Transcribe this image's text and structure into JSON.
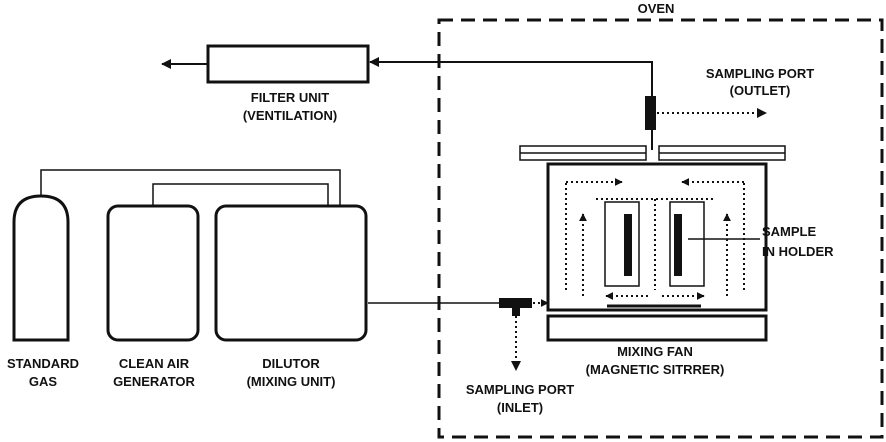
{
  "labels": {
    "oven": "OVEN",
    "filter_line1": "FILTER UNIT",
    "filter_line2": "(VENTILATION)",
    "port_out_line1": "SAMPLING PORT",
    "port_out_line2": "(OUTLET)",
    "sample_line1": "SAMPLE",
    "sample_line2": "IN HOLDER",
    "fan_line1": "MIXING FAN",
    "fan_line2": "(MAGNETIC SITRRER)",
    "port_in_line1": "SAMPLING PORT",
    "port_in_line2": "(INLET)",
    "std_line1": "STANDARD",
    "std_line2": "GAS",
    "clean_line1": "CLEAN AIR",
    "clean_line2": "GENERATOR",
    "dilutor_line1": "DILUTOR",
    "dilutor_line2": "(MIXING UNIT)"
  },
  "colors": {
    "ink": "#111111",
    "background": "#ffffff"
  }
}
